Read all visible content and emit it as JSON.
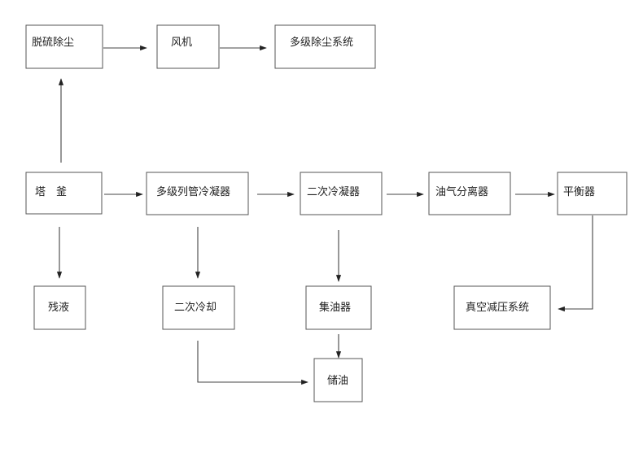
{
  "nodes": {
    "desulfurization": "脱硫除尘",
    "fan": "风机",
    "multistage_dust": "多级除尘系统",
    "tower_kettle": "塔　釜",
    "multitube_condenser": "多级列管冷凝器",
    "secondary_condenser": "二次冷凝器",
    "oil_gas_separator": "油气分离器",
    "balancer": "平衡器",
    "residue": "残液",
    "secondary_cooling": "二次冷却",
    "oil_collector": "集油器",
    "vacuum_system": "真空减压系统",
    "oil_storage": "储油"
  }
}
